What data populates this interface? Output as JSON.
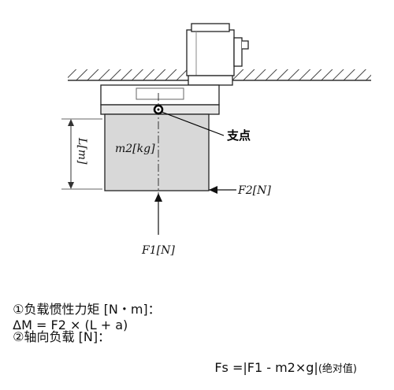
{
  "diagram": {
    "fulcrum_label": "支点",
    "mass_label": "m2[kg]",
    "length_label": "L[m]",
    "force_side_label": "F2[N]",
    "force_axial_label": "F1[N]"
  },
  "formulas": {
    "inertia_label": "①负载惯性力矩 [N・m]：",
    "inertia_expr": "ΔM = F2 × (L + a)",
    "axial_label": "②轴向负载 [N]：",
    "axial_expr": "Fs =|F1 - m2×g|",
    "axial_note": "(绝对值)"
  }
}
